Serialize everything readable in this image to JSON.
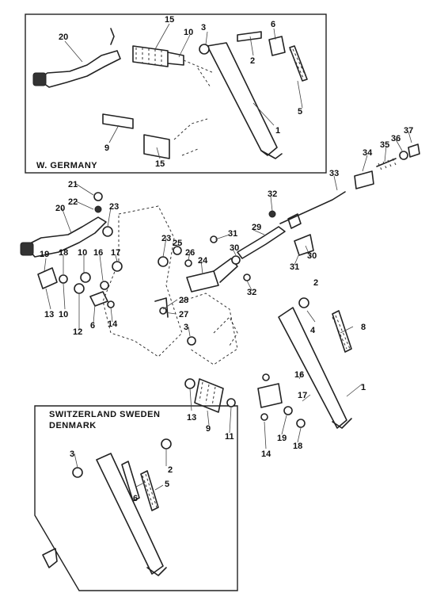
{
  "boxes": {
    "germany_label": "W. GERMANY",
    "nordic_label_line1": "SWITZERLAND  SWEDEN",
    "nordic_label_line2": "DENMARK"
  },
  "callouts": {
    "c20": "20",
    "c15": "15",
    "c10": "10",
    "c3": "3",
    "c2": "2",
    "c4": "4",
    "c6": "6",
    "c5": "5",
    "c1": "1",
    "c9": "9",
    "c21": "21",
    "c22": "22",
    "c23": "23",
    "c25": "25",
    "c26": "26",
    "c24": "24",
    "c27": "27",
    "c28": "28",
    "c29": "29",
    "c30": "30",
    "c31": "31",
    "c32": "32",
    "c33": "33",
    "c34": "34",
    "c35": "35",
    "c36": "36",
    "c37": "37",
    "c16": "16",
    "c17": "17",
    "c18": "18",
    "c19": "19",
    "c11": "11",
    "c12": "12",
    "c13": "13",
    "c14": "14",
    "c8": "8"
  }
}
